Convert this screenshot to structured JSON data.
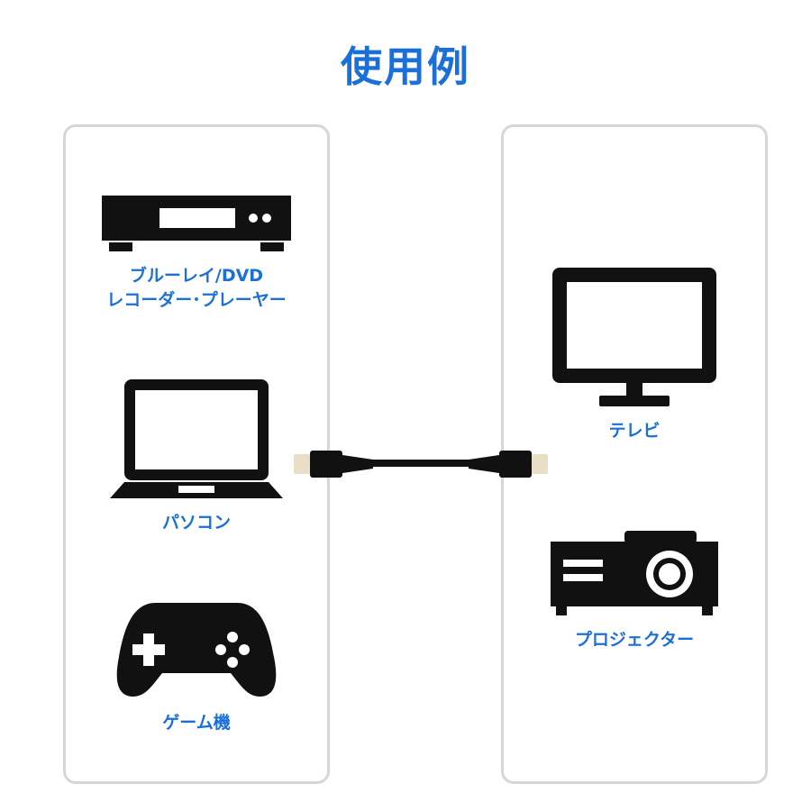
{
  "title": "使用例",
  "source_devices": [
    {
      "icon": "bluray-recorder-icon",
      "label": "ブルーレイ/DVD\nレコーダー･プレーヤー"
    },
    {
      "icon": "laptop-icon",
      "label": "パソコン"
    },
    {
      "icon": "gamepad-icon",
      "label": "ゲーム機"
    }
  ],
  "target_devices": [
    {
      "icon": "tv-monitor-icon",
      "label": "テレビ"
    },
    {
      "icon": "projector-icon",
      "label": "プロジェクター"
    }
  ],
  "colors": {
    "accent": "#1a6fd9",
    "panel_border": "#d6d6d6",
    "icon": "#111111",
    "connector": "#e9dfc7"
  }
}
